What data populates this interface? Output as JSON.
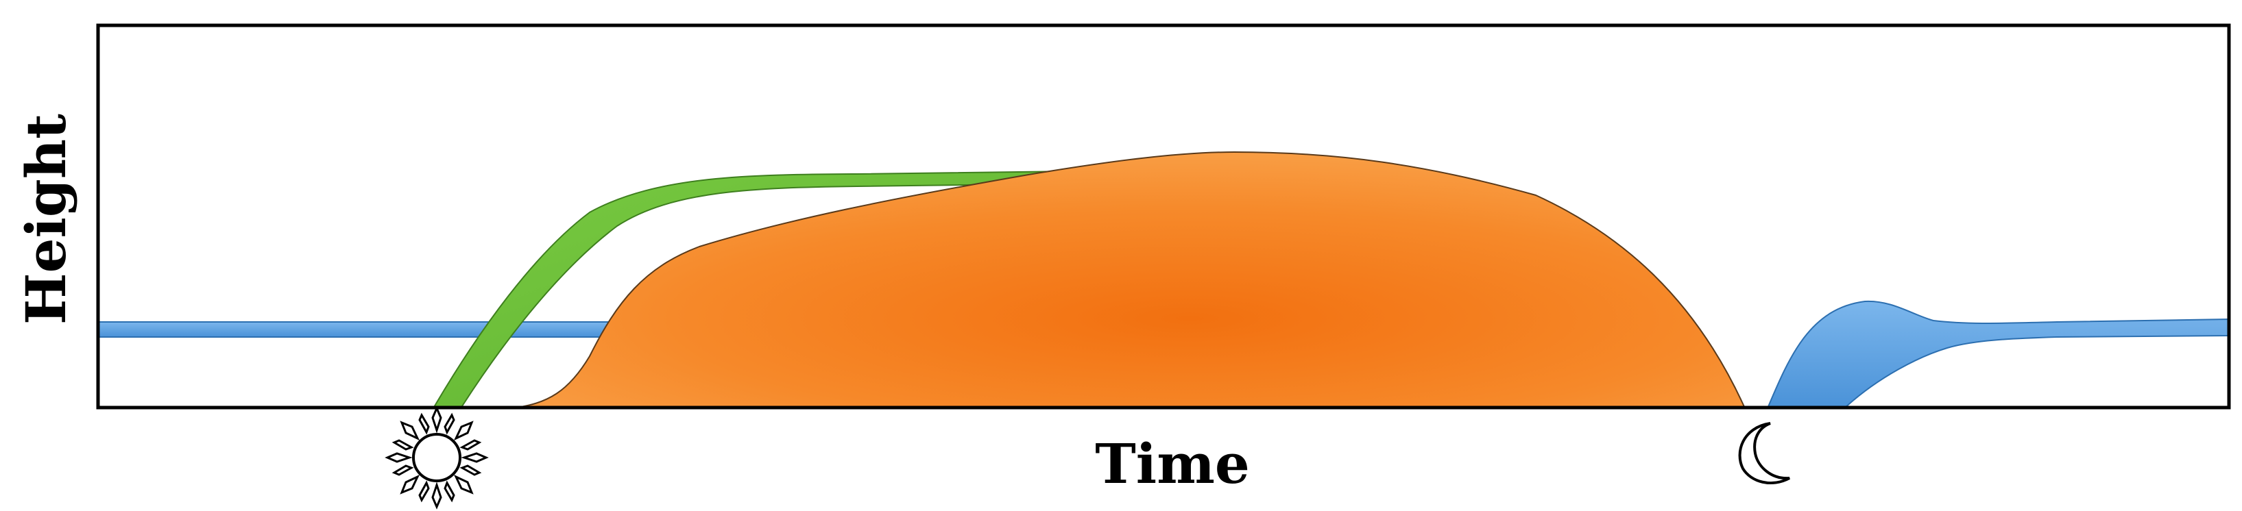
{
  "diagram": {
    "y_axis_label": "Height",
    "x_axis_label": "Time",
    "icons": [
      {
        "name": "sun-icon",
        "meaning": "sunrise"
      },
      {
        "name": "moon-icon",
        "meaning": "night"
      }
    ],
    "colors": {
      "frame": "#000000",
      "blue_band": "#5aa0e0",
      "blue_band_edge": "#2c6fb0",
      "green_band": "#6cbf3a",
      "green_band_edge": "#3e7f1e",
      "orange_fill": "#f7902a",
      "orange_core": "#f27a1a",
      "orange_edge": "#5a3a1a"
    }
  }
}
